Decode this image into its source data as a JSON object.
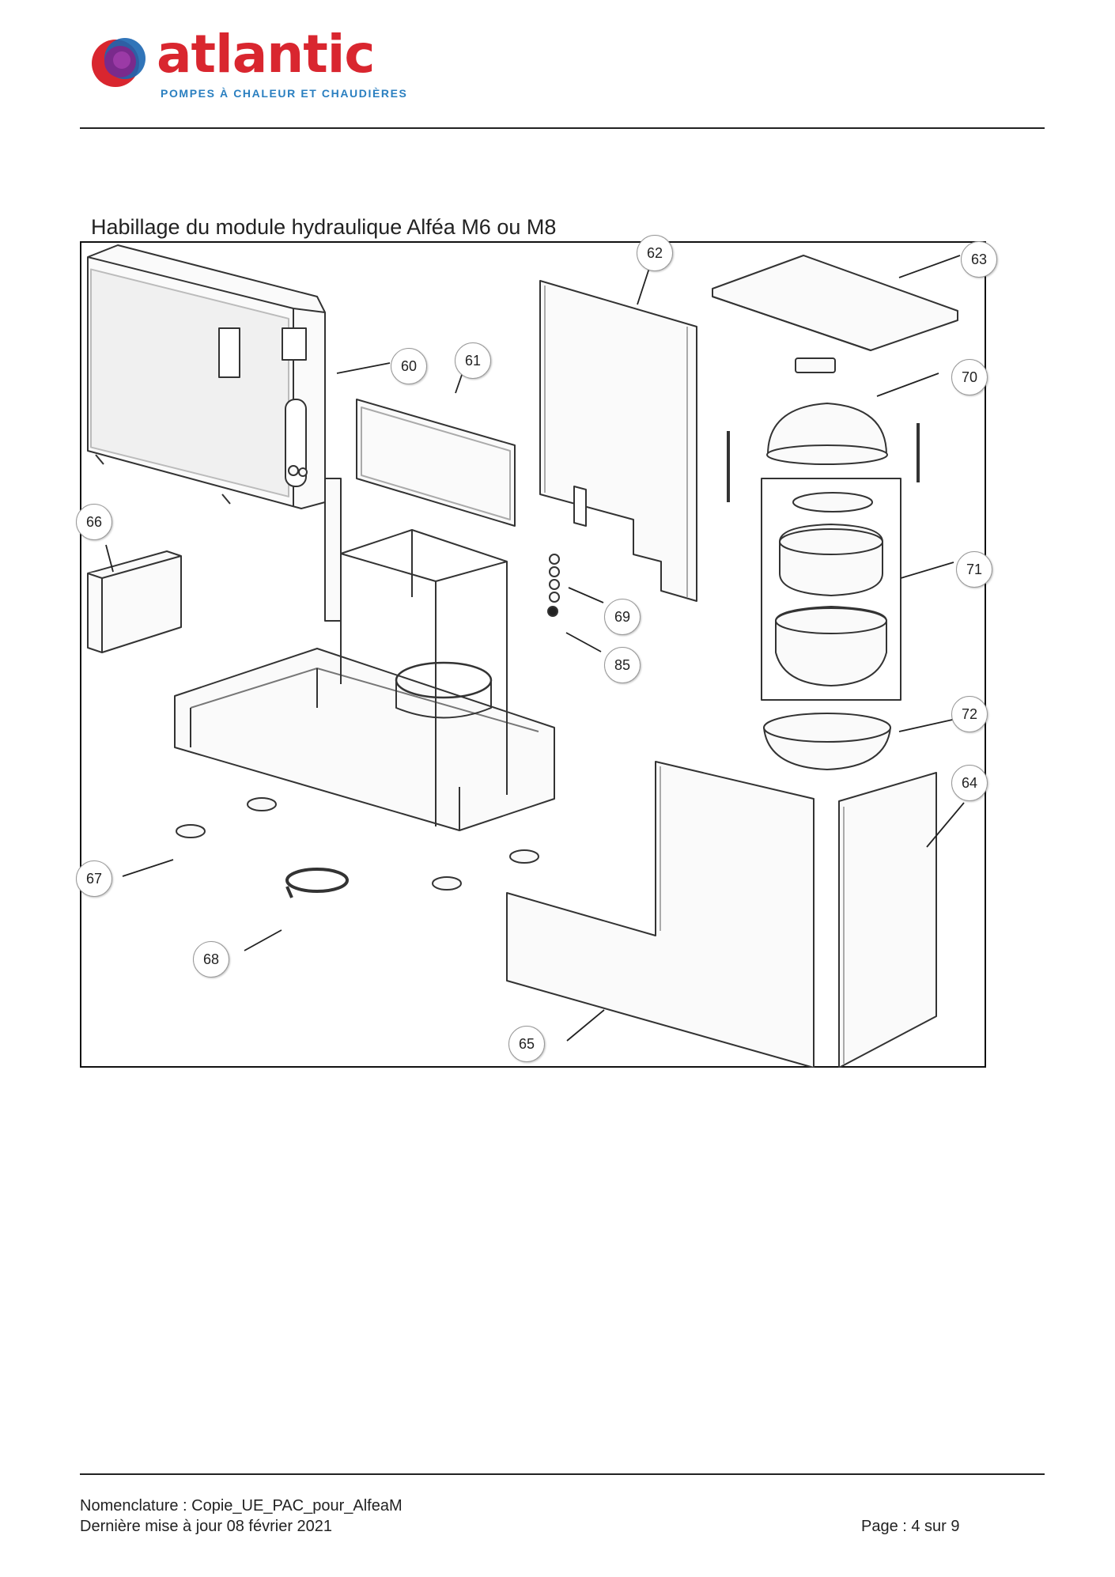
{
  "header": {
    "brand_name": "atlantic",
    "brand_tagline": "POMPES À CHALEUR ET CHAUDIÈRES",
    "colors": {
      "brand_red": "#d9262f",
      "brand_purple": "#7a2a8c",
      "brand_blue": "#1b66b1",
      "tagline_blue": "#2a7fc0"
    }
  },
  "section": {
    "title": "Habillage du module hydraulique Alféa M6 ou M8"
  },
  "callouts": [
    {
      "num": "60"
    },
    {
      "num": "61"
    },
    {
      "num": "62"
    },
    {
      "num": "63"
    },
    {
      "num": "70"
    },
    {
      "num": "66"
    },
    {
      "num": "69"
    },
    {
      "num": "85"
    },
    {
      "num": "71"
    },
    {
      "num": "72"
    },
    {
      "num": "64"
    },
    {
      "num": "67"
    },
    {
      "num": "68"
    },
    {
      "num": "65"
    }
  ],
  "footer": {
    "nomenclature": "Nomenclature : Copie_UE_PAC_pour_AlfeaM",
    "updated": "Dernière mise à jour 08 février 2021",
    "page": "Page : 4 sur 9"
  }
}
